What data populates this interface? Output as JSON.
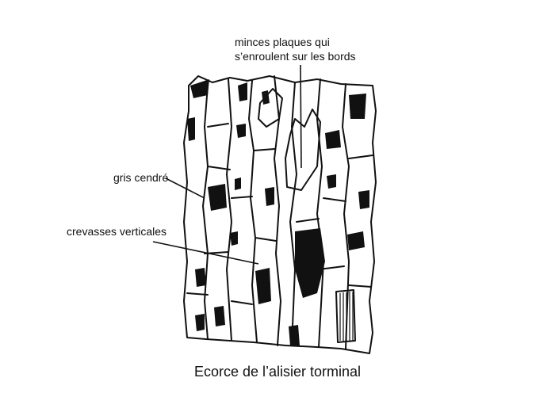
{
  "labels": {
    "plaques_line1": "minces plaques qui",
    "plaques_line2": "s’enroulent sur les bords",
    "gris": "gris cendré",
    "crevasses": "crevasses verticales"
  },
  "caption": "Ecorce de l’alisier torminal"
}
